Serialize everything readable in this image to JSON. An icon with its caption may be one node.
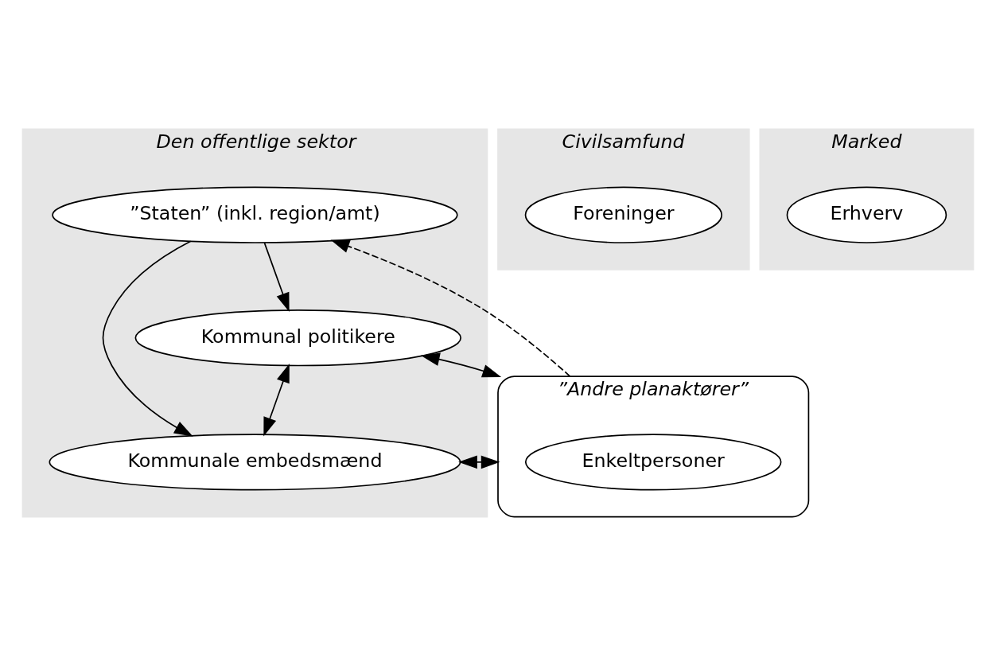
{
  "diagram": {
    "nodes": [
      {
        "text": [
          "Den offentlige sektor"
        ]
      },
      {
        "text": [
          "Kommunal politikere"
        ],
        "in": 0
      },
      {
        "text": [
          "”Staten” (inkl. region/amt)"
        ],
        "in": 0
      },
      {
        "text": [
          "Kommunale embedsmænd"
        ],
        "in": 0
      },
      {
        "text": [
          "”Andre planaktører”"
        ]
      },
      {
        "text": [
          "Civilsamfund"
        ]
      },
      {
        "text": [
          "Foreninger"
        ],
        "in": 5
      },
      {
        "text": [
          "Enkeltpersoner"
        ],
        "in": 4
      },
      {
        "text": [
          "Marked"
        ]
      },
      {
        "text": [
          "Erhverv"
        ],
        "in": 8
      }
    ],
    "edges": [
      {
        "from": 4,
        "to": 2,
        "arrow": "to",
        "style": "dashed"
      },
      {
        "from": 2,
        "to": 1,
        "arrow": "to"
      },
      {
        "from": 1,
        "to": 4,
        "arrow": "both"
      },
      {
        "from": 1,
        "to": 3,
        "arrow": "both"
      },
      {
        "from": 2,
        "to": 3,
        "arrow": "to"
      },
      {
        "from": 4,
        "to": 3,
        "arrow": "both"
      }
    ]
  }
}
